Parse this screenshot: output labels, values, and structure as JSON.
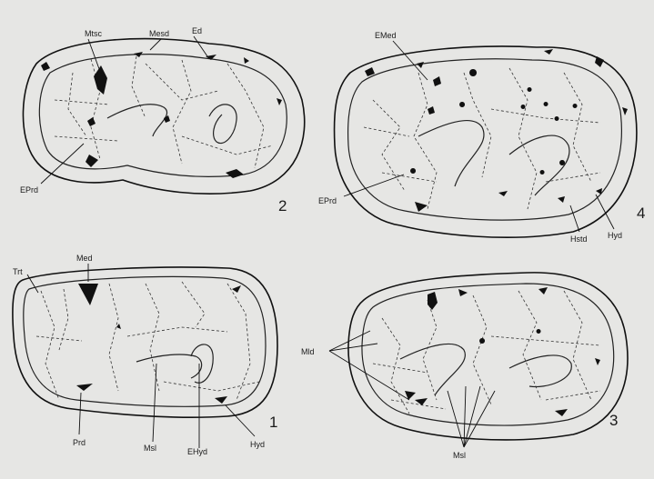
{
  "specimens": [
    {
      "number": "2",
      "labels": {
        "mtsc": "Mtsc",
        "mesd": "Mesd",
        "ed": "Ed",
        "eprd": "EPrd"
      }
    },
    {
      "number": "4",
      "labels": {
        "emed": "EMed",
        "eprd": "EPrd",
        "hstd": "Hstd",
        "hyd": "Hyd"
      }
    },
    {
      "number": "1",
      "labels": {
        "trt": "Trt",
        "med": "Med",
        "prd": "Prd",
        "msl": "Msl",
        "ehyd": "EHyd",
        "hyd": "Hyd"
      }
    },
    {
      "number": "3",
      "labels": {
        "mld": "Mld",
        "msl": "Msl"
      }
    }
  ]
}
